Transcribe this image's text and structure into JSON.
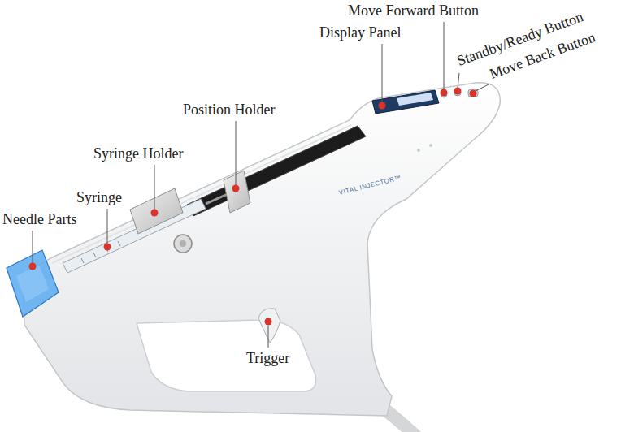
{
  "diagram": {
    "labels": [
      "Move Forward Button",
      "Display Panel",
      "Standby/Ready Button",
      "Move Back Button",
      "Position Holder",
      "Syringe Holder",
      "Syringe",
      "Needle Parts",
      "Trigger",
      "VITAL INJECTOR™"
    ]
  }
}
